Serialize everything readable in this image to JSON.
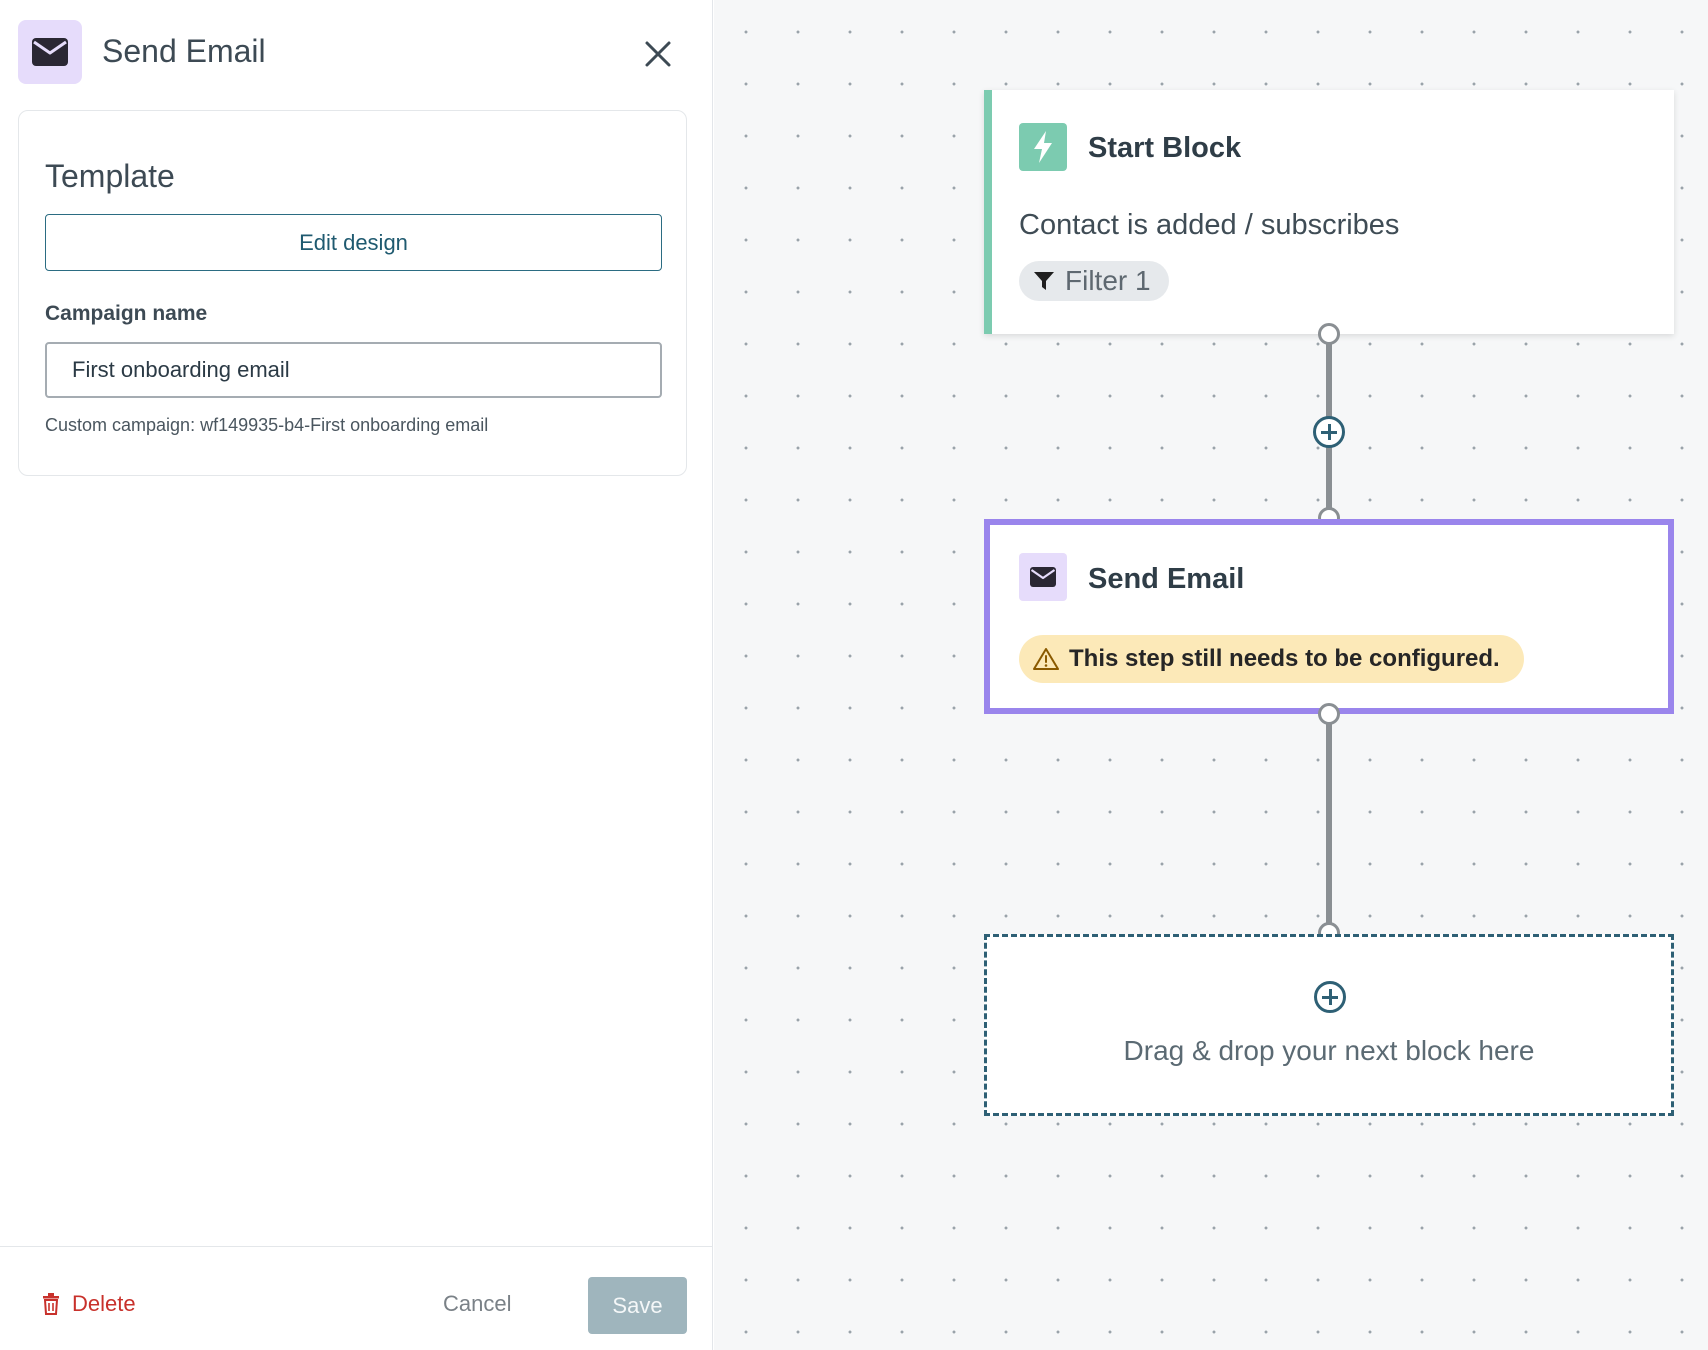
{
  "panel": {
    "title": "Send Email",
    "header_icon": "envelope-icon",
    "close_icon": "close-icon",
    "template_section": {
      "title": "Template",
      "edit_design_label": "Edit design",
      "campaign_label": "Campaign name",
      "campaign_value": "First onboarding email",
      "helper_text": "Custom campaign: wf149935-b4-First onboarding email"
    },
    "footer": {
      "delete_label": "Delete",
      "cancel_label": "Cancel",
      "save_label": "Save"
    }
  },
  "canvas": {
    "start_block": {
      "title": "Start Block",
      "description": "Contact is added / subscribes",
      "filter_label": "Filter 1",
      "icon": "lightning-icon",
      "accent": "#7ccbb0"
    },
    "email_block": {
      "title": "Send Email",
      "warning": "This step still needs to be configured.",
      "icon": "envelope-icon",
      "selected_border": "#9a85ec",
      "warning_bg": "#fce9b8"
    },
    "drop_zone": {
      "text": "Drag & drop your next block here"
    }
  },
  "colors": {
    "delete": "#c8312b",
    "save_disabled": "#9fb5bd",
    "primary": "#2b6c82"
  }
}
